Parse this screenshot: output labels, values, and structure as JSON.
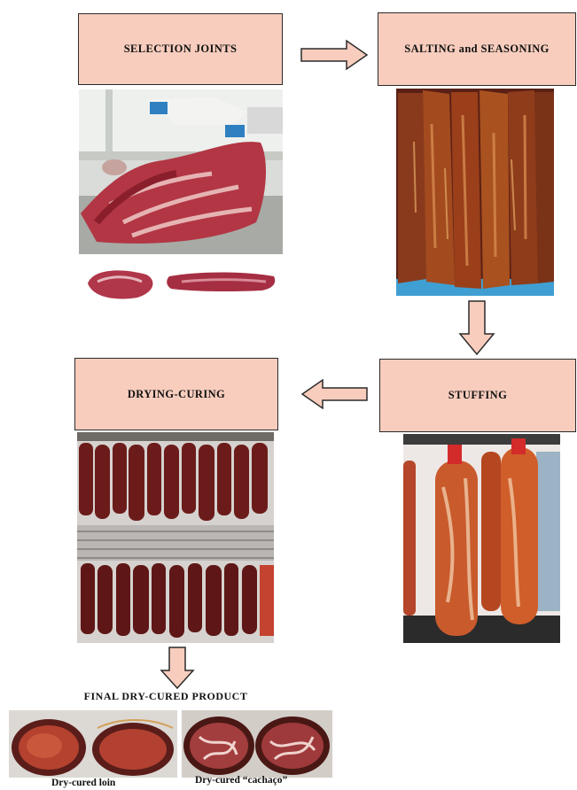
{
  "steps": {
    "selection": "SELECTION JOINTS",
    "salting": "SALTING and SEASONING",
    "stuffing": "STUFFING",
    "drying": "DRYING-CURING"
  },
  "final": {
    "title": "FINAL DRY-CURED PRODUCT",
    "loin_caption": "Dry-cured loin",
    "cachaco_caption": "Dry-cured “cachaço”"
  },
  "colors": {
    "box_fill": "#f8cdbd",
    "box_border": "#2b2b2b",
    "arrow_fill": "#f8cdbd",
    "arrow_stroke": "#2b2b2b"
  }
}
